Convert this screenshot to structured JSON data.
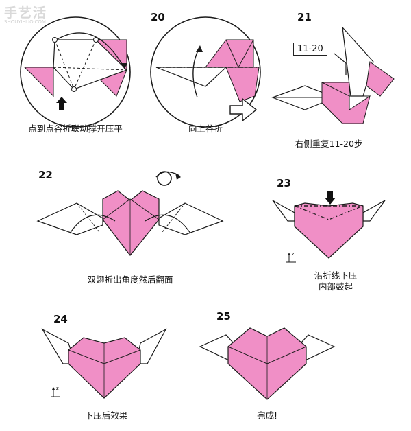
{
  "watermark": {
    "text": "手艺活",
    "sub": "SHOUYIHUO.COM"
  },
  "steps": [
    {
      "num": "",
      "caption": "点到点谷折联动撑开压平"
    },
    {
      "num": "20",
      "caption": "向上谷折"
    },
    {
      "num": "21",
      "caption": "右侧重复11-20步",
      "tag": "11-20"
    },
    {
      "num": "22",
      "caption": "双翅折出角度然后翻面"
    },
    {
      "num": "23",
      "caption_line1": "沿折线下压",
      "caption_line2": "内部鼓起"
    },
    {
      "num": "24",
      "caption": "下压后效果"
    },
    {
      "num": "25",
      "caption": "完成!"
    }
  ],
  "colors": {
    "pink": "#f08fc6",
    "pink_dark": "#d9559f",
    "outline": "#1a1a1a",
    "paper": "#ffffff"
  }
}
